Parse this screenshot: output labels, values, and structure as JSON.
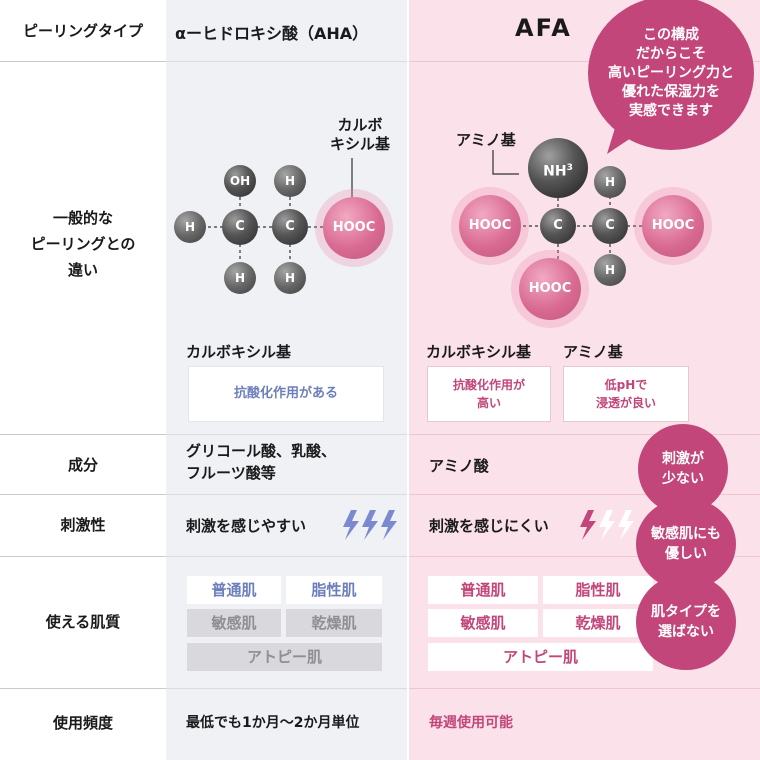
{
  "header": {
    "row_label": "ピーリングタイプ",
    "aha_title": "αーヒドロキシ酸（AHA）",
    "afa_title": "AFA"
  },
  "callout_top": {
    "lines": [
      "この構成",
      "だからこそ",
      "高いピーリング力と",
      "優れた保湿力を",
      "実感できます"
    ]
  },
  "rows": {
    "difference": {
      "label_lines": [
        "一般的な",
        "ピーリングとの",
        "違い"
      ]
    },
    "ingredient": {
      "label": "成分",
      "aha_lines": [
        "グリコール酸、乳酸、",
        "フルーツ酸等"
      ],
      "afa": "アミノ酸"
    },
    "irritation": {
      "label": "刺激性",
      "aha": "刺激を感じやすい",
      "afa": "刺激を感じにくい"
    },
    "skin": {
      "label": "使える肌質"
    },
    "frequency": {
      "label": "使用頻度",
      "aha": "最低でも1か月〜2か月単位",
      "afa": "毎週使用可能"
    }
  },
  "aha_molecule": {
    "carboxyl_label_lines": [
      "カルボ",
      "キシル基"
    ],
    "atoms": {
      "oh": "OH",
      "h": "H",
      "c": "C",
      "hooc": "HOOC"
    },
    "group_label": "カルボキシル基",
    "feature": "抗酸化作用がある"
  },
  "afa_molecule": {
    "amino_label": "アミノ基",
    "nh": "NH",
    "nh_sup": "3",
    "atoms": {
      "h": "H",
      "c": "C",
      "hooc": "HOOC"
    },
    "group_label_1": "カルボキシル基",
    "group_label_2": "アミノ基",
    "feature_1_lines": [
      "抗酸化作用が",
      "高い"
    ],
    "feature_2_lines": [
      "低pHで",
      "浸透が良い"
    ]
  },
  "skin_types": {
    "normal": "普通肌",
    "oily": "脂性肌",
    "sensitive": "敏感肌",
    "dry": "乾燥肌",
    "atopic": "アトピー肌"
  },
  "bubbles": {
    "low_irritation": [
      "刺激が",
      "少ない"
    ],
    "sensitive_ok": [
      "敏感肌にも",
      "優しい"
    ],
    "any_skin": [
      "肌タイプを",
      "選ばない"
    ]
  },
  "colors": {
    "aha_bg": "#f0f1f5",
    "afa_bg": "#fbe1ea",
    "accent_pink": "#c2467a",
    "accent_blue": "#6d7fbb"
  }
}
